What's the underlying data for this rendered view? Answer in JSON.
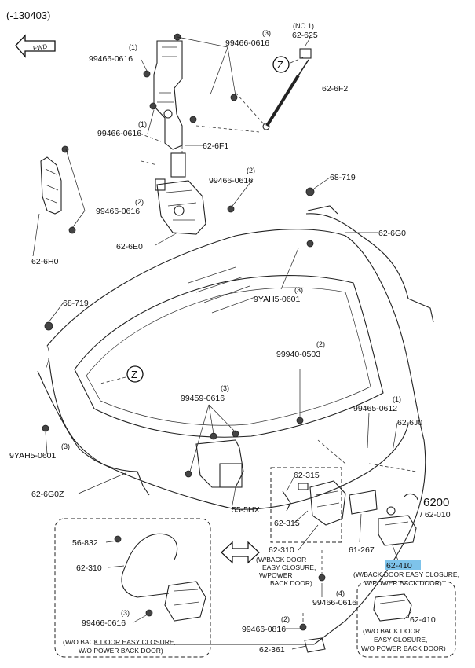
{
  "header": {
    "serial_range": "(-130403)",
    "fwd_arrow_text": "FWD"
  },
  "labels": {
    "p_62_625": "62-625",
    "p_62_625_note": "(NO.1)",
    "p_62_6f2": "62-6F2",
    "p_99466_0616_top": "99466-0616",
    "p_99466_0616_top_qty": "(3)",
    "p_99466_0616_left": "99466-0616",
    "p_99466_0616_left_qty": "(1)",
    "p_99466_0616_mid": "99466-0616",
    "p_99466_0616_mid_qty": "(1)",
    "p_62_6f1": "62-6F1",
    "p_99466_0616_r": "99466-0616",
    "p_99466_0616_r_qty": "(2)",
    "p_99466_0616_l2": "99466-0616",
    "p_99466_0616_l2_qty": "(2)",
    "p_62_6e0": "62-6E0",
    "p_62_6h0": "62-6H0",
    "p_68_719_r": "68-719",
    "p_62_6g0": "62-6G0",
    "p_9yah5_0601_r": "9YAH5-0601",
    "p_9yah5_0601_r_qty": "(3)",
    "p_68_719_l": "68-719",
    "p_99940_0503": "99940-0503",
    "p_99940_0503_qty": "(2)",
    "p_99459_0616": "99459-0616",
    "p_99459_0616_qty": "(3)",
    "p_99465_0612": "99465-0612",
    "p_99465_0612_qty": "(1)",
    "p_62_6j0": "62-6J0",
    "p_9yah5_0601_l": "9YAH5-0601",
    "p_9yah5_0601_l_qty": "(3)",
    "p_62_6g0z": "62-6G0Z",
    "p_55_5hx": "55-5HX",
    "p_62_315_a": "62-315",
    "p_62_315_b": "62-315",
    "p_6200": "6200",
    "p_62_010": "/ 62-010",
    "p_56_832": "56-832",
    "p_62_310_l": "62-310",
    "p_62_310_c": "62-310",
    "p_62_310_c_note1": "(W/BACK DOOR",
    "p_62_310_c_note2": "EASY CLOSURE,",
    "p_62_310_c_note3": "W/POWER",
    "p_62_310_c_note4": "BACK DOOR)",
    "p_61_267": "61-267",
    "p_62_410_hl": "62-410",
    "p_62_410_note1": "(W/BACK DOOR EASY CLOSURE,",
    "p_62_410_note2": "W/POWER BACK DOOR)",
    "p_99466_0616_bl": "99466-0616",
    "p_99466_0616_bl_qty": "(3)",
    "p_99466_0616_bc": "99466-0616",
    "p_99466_0616_bc_qty": "(4)",
    "p_99466_0816": "99466-0816",
    "p_99466_0816_qty": "(2)",
    "p_62_361": "62-361",
    "p_62_410_b": "62-410",
    "p_62_410_b_note1": "(W/O BACK DOOR",
    "p_62_410_b_note2": "EASY CLOSURE,",
    "p_62_410_b_note3": "W/O POWER BACK DOOR)",
    "inset_note1": "(W/O BACK DOOR EASY CLOSURE,",
    "inset_note2": "W/O POWER BACK DOOR)",
    "ref_z": "Z"
  },
  "colors": {
    "highlight": "#7ec3ea",
    "ink": "#111111"
  }
}
